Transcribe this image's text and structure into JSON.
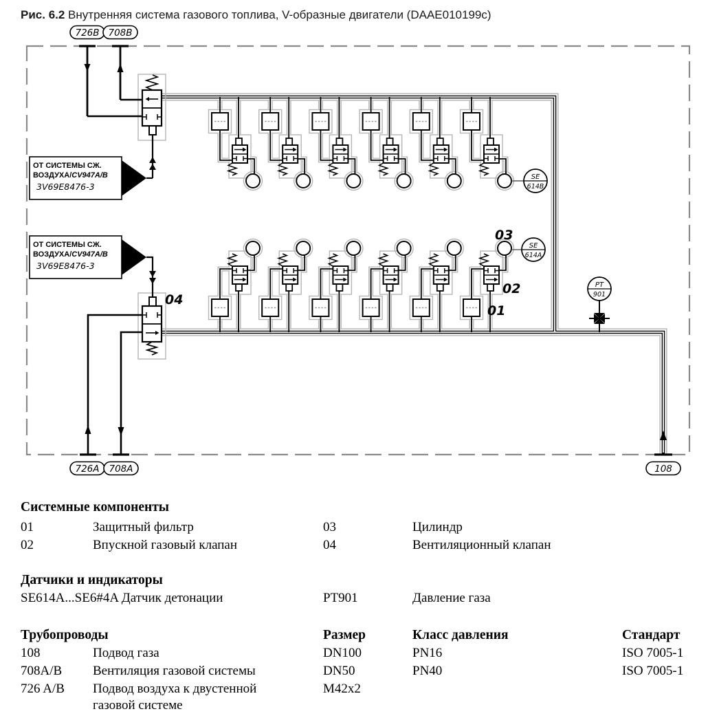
{
  "title": {
    "prefix": "Рис. 6.2",
    "text": " Внутренняя система газового топлива, V-образные двигатели (DAAE010199c)"
  },
  "diagram": {
    "units_per_bank": 6,
    "tags": {
      "top_air": "726B",
      "top_vent": "708B",
      "bottom_air": "726A",
      "bottom_vent": "708A",
      "gas_inlet": "108"
    },
    "air_source_box": {
      "line1": "ОТ СИСТЕМЫ СЖ.",
      "line2_bold": "ВОЗДУХА/",
      "line2_italic": "CV947A/B",
      "line3": "3V69E8476-3"
    },
    "instruments": {
      "knock_sensor_top": {
        "line1": "SE",
        "line2": "614B"
      },
      "knock_sensor_bottom": {
        "line1": "SE",
        "line2": "614A"
      },
      "gas_pressure": {
        "line1": "PT",
        "line2": "901"
      }
    },
    "callouts": {
      "filter": "01",
      "gas_valve": "02",
      "cylinder": "03",
      "vent_valve": "04"
    }
  },
  "legend": {
    "system_components": {
      "heading": "Системные компоненты",
      "rows": [
        [
          "01",
          "Защитный фильтр",
          "03",
          "Цилиндр"
        ],
        [
          "02",
          "Впускной газовый клапан",
          "04",
          "Вентиляционный клапан"
        ]
      ]
    },
    "sensors": {
      "heading": "Датчики и индикаторы",
      "rows": [
        [
          "SE614A...SE6#4A Датчик детонации",
          "PT901",
          "Давление газа"
        ]
      ]
    },
    "pipes": {
      "heading": "Трубопроводы",
      "col_size": "Размер",
      "col_class": "Класс давления",
      "col_std": "Стандарт",
      "rows": [
        {
          "code": "108",
          "name": "Подвод газа",
          "size": "DN100",
          "pclass": "PN16",
          "std": "ISO 7005-1"
        },
        {
          "code": "708A/B",
          "name": "Вентиляция газовой системы",
          "size": "DN50",
          "pclass": "PN40",
          "std": "ISO 7005-1"
        },
        {
          "code": "726 A/B",
          "name": "Подвод воздуха к двустенной",
          "size": "M42x2",
          "pclass": "",
          "std": ""
        },
        {
          "code": "",
          "name": "газовой системе",
          "size": "",
          "pclass": "",
          "std": ""
        }
      ]
    }
  },
  "colors": {
    "line": "#000000",
    "jacket": "#b5b5b5",
    "border_dash": "#8a8a8a"
  }
}
